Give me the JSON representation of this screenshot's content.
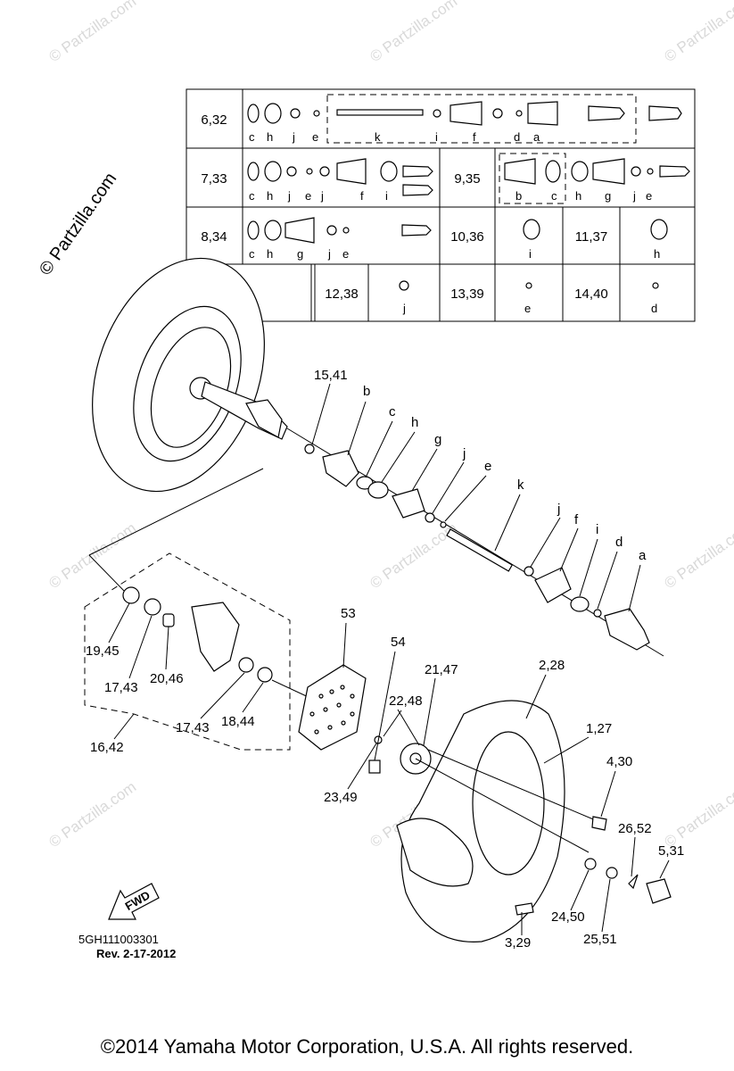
{
  "watermark": "© Partzilla.com",
  "watermark_side": "© Partzilla.com",
  "table": {
    "rows": [
      {
        "key": "6,32",
        "letters": [
          "c",
          "h",
          "j",
          "e",
          "k",
          "i",
          "f",
          "d",
          "a"
        ]
      },
      {
        "key": "7,33",
        "letters": [
          "c",
          "h",
          "j",
          "e",
          "j",
          "f",
          "i"
        ]
      },
      {
        "key": "9,35",
        "letters": [
          "b",
          "c",
          "h",
          "g",
          "j",
          "e"
        ]
      },
      {
        "key": "8,34",
        "letters": [
          "c",
          "h",
          "g",
          "j",
          "e"
        ]
      },
      {
        "key": "10,36",
        "letters": [
          "i"
        ]
      },
      {
        "key": "11,37",
        "letters": [
          "h"
        ]
      },
      {
        "key": "12,38",
        "letters": [
          "j"
        ]
      },
      {
        "key": "13,39",
        "letters": [
          "e"
        ]
      },
      {
        "key": "14,40",
        "letters": [
          "d"
        ]
      }
    ]
  },
  "callouts": {
    "c15": "15,41",
    "b": "b",
    "c": "c",
    "h": "h",
    "g": "g",
    "j": "j",
    "e": "e",
    "k": "k",
    "j2": "j",
    "f": "f",
    "i": "i",
    "d": "d",
    "a": "a",
    "c53": "53",
    "c54": "54",
    "c21": "21,47",
    "c228": "2,28",
    "c22": "22,48",
    "c127": "1,27",
    "c430": "4,30",
    "c2652": "26,52",
    "c531": "5,31",
    "c2349": "23,49",
    "c2450": "24,50",
    "c2551": "25,51",
    "c329": "3,29",
    "c1945": "19,45",
    "c1743a": "17,43",
    "c2046": "20,46",
    "c1743b": "17,43",
    "c1844": "18,44",
    "c1642": "16,42"
  },
  "fwd": "FWD",
  "diagram_code": "5GH111003301",
  "revision": "Rev.  2-17-2012",
  "copyright": "©2014  Yamaha Motor Corporation, U.S.A. All rights reserved."
}
